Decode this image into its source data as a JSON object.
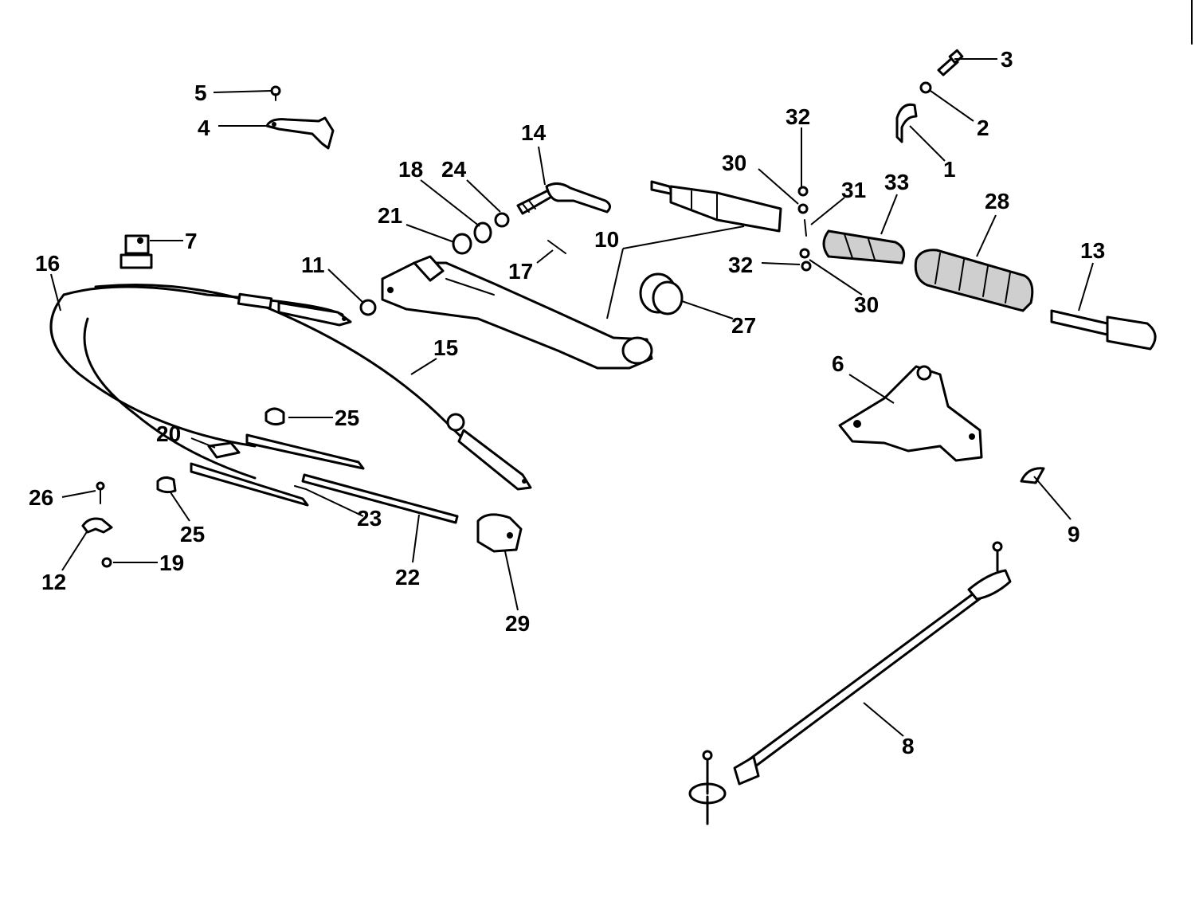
{
  "callouts": {
    "c1": "1",
    "c2": "2",
    "c3": "3",
    "c4": "4",
    "c5": "5",
    "c6": "6",
    "c7": "7",
    "c8": "8",
    "c9": "9",
    "c10": "10",
    "c11": "11",
    "c12": "12",
    "c13": "13",
    "c14": "14",
    "c15": "15",
    "c16": "16",
    "c17": "17",
    "c18": "18",
    "c19": "19",
    "c20": "20",
    "c21": "21",
    "c22": "22",
    "c23": "23",
    "c24": "24",
    "c25a": "25",
    "c25b": "25",
    "c26": "26",
    "c27": "27",
    "c28": "28",
    "c29": "29",
    "c30a": "30",
    "c30b": "30",
    "c31": "31",
    "c32a": "32",
    "c32b": "32",
    "c33": "33"
  },
  "colors": {
    "ink": "#000000",
    "paper": "#ffffff",
    "shade": "#cfcfcf"
  }
}
